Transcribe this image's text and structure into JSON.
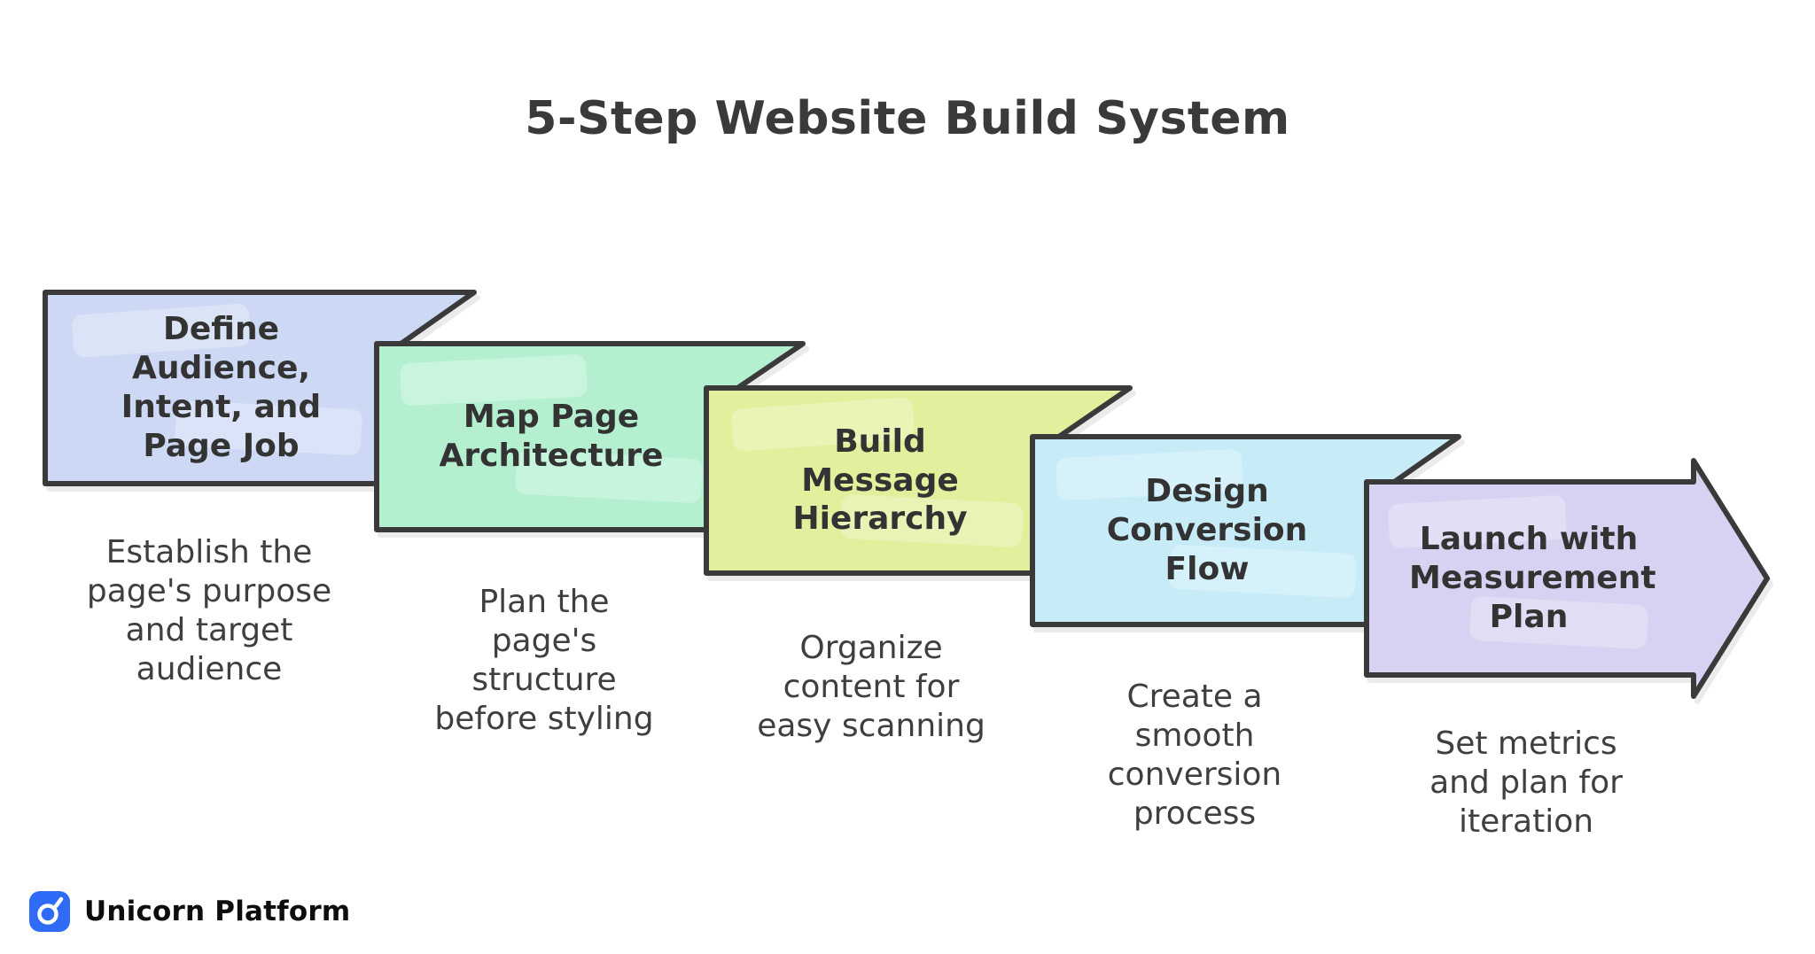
{
  "title": "5-Step Website Build System",
  "steps": [
    {
      "label": "Define Audience, Intent, and Page Job",
      "description": "Establish the page's purpose and target audience",
      "fill": "#cdd9f4"
    },
    {
      "label": "Map Page Architecture",
      "description": "Plan the page's structure before styling",
      "fill": "#b4f0d0"
    },
    {
      "label": "Build Message Hierarchy",
      "description": "Organize content for easy scanning",
      "fill": "#e1f09c"
    },
    {
      "label": "Design Conversion Flow",
      "description": "Create a smooth conversion process",
      "fill": "#c7ecf8"
    },
    {
      "label": "Launch with Measurement Plan",
      "description": "Set metrics and plan for iteration",
      "fill": "#d7d2f1"
    }
  ],
  "footer": {
    "brand": "Unicorn Platform",
    "brand_icon": "unicorn-logo-icon"
  },
  "colors": {
    "background": "#ffffff",
    "outline": "#3a3a3a",
    "heading_text": "#333333",
    "body_text": "#3f3f3f",
    "brand_blue": "#2e6bf7",
    "brand_text": "#0d0d0d"
  }
}
